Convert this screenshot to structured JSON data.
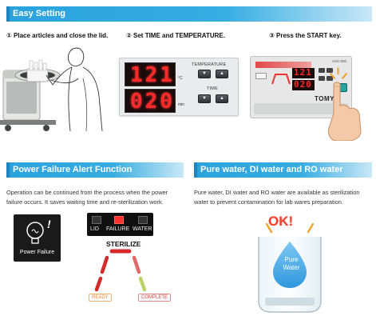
{
  "sections": {
    "easy_setting": {
      "title": "Easy Setting",
      "steps": [
        {
          "number": "①",
          "text": "Place articles and close the lid."
        },
        {
          "number": "②",
          "text": "Set TIME and TEMPERATURE."
        },
        {
          "number": "③",
          "text": "Press the START key."
        }
      ]
    },
    "power_failure": {
      "title": "Power Failure Alert Function",
      "description_line1": "Operation can be continued from the process when the power",
      "description_line2": "failure occurs. It saves waiting time and re-sterilization work."
    },
    "pure_water": {
      "title": "Pure water, DI water and RO water available",
      "description_line1": "Pure water, DI water and RO water are available as sterilization",
      "description_line2": "water to prevent contamination for lab wares preparation."
    }
  },
  "panel_step2": {
    "temperature_display": "121",
    "temperature_unit": "°C",
    "time_display": "020",
    "time_unit": "min",
    "temperature_label": "TEMPERATURE",
    "time_label": "TIME",
    "up_arrow": "▲",
    "down_arrow": "▼"
  },
  "device_step3": {
    "brand": "TOMY",
    "model": "ASX-500",
    "display_top": "121",
    "display_bottom": "020"
  },
  "power_failure_graphic": {
    "label": "Power Failure",
    "exclamation": "!",
    "indicators": [
      "LID",
      "FAILURE",
      "WATER"
    ],
    "cycle_label": "STERILIZE",
    "start_tag": "READY",
    "end_tag": "COMPLETE"
  },
  "pure_water_graphic": {
    "ok_label": "OK!",
    "drop_line1": "Pure",
    "drop_line2": "Water"
  },
  "colors": {
    "banner_blue": "#2aa2dc",
    "led_red": "#ff2a2a",
    "start_key_teal": "#2ba39d",
    "ok_red": "#ff3b2b",
    "drop_blue": "#3aa6e6"
  }
}
